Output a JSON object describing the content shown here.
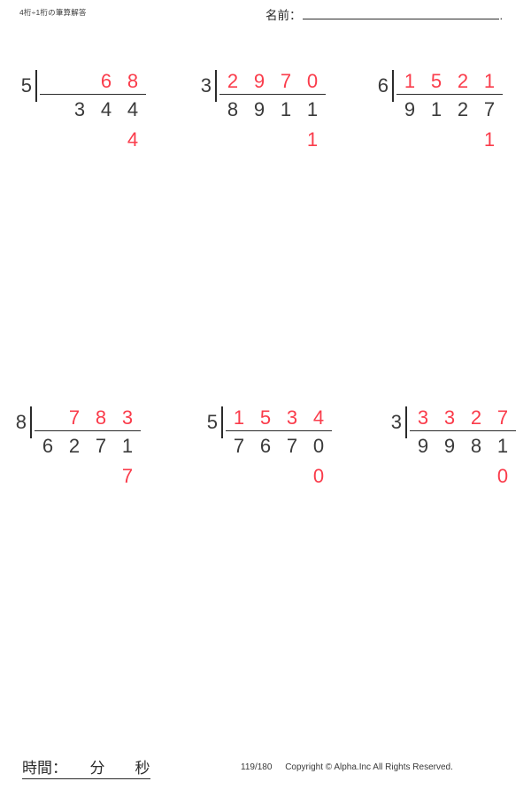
{
  "header": {
    "title": "4桁÷1桁の筆算解答",
    "name_label": "名前：",
    "name_value": "",
    "name_period": "."
  },
  "problems": [
    {
      "id": "problem-1",
      "divisor": "5",
      "dividend": [
        "",
        "3",
        "4",
        "4"
      ],
      "quotient": [
        "",
        "",
        "6",
        "8"
      ],
      "remainder": [
        "",
        "",
        "",
        "4"
      ],
      "dividend_value": "344",
      "quotient_value": "68",
      "remainder_value": "4"
    },
    {
      "id": "problem-2",
      "divisor": "3",
      "dividend": [
        "8",
        "9",
        "1",
        "1"
      ],
      "quotient": [
        "2",
        "9",
        "7",
        "0"
      ],
      "remainder": [
        "",
        "",
        "",
        "1"
      ],
      "dividend_value": "8911",
      "quotient_value": "2970",
      "remainder_value": "1"
    },
    {
      "id": "problem-3",
      "divisor": "6",
      "dividend": [
        "9",
        "1",
        "2",
        "7"
      ],
      "quotient": [
        "1",
        "5",
        "2",
        "1"
      ],
      "remainder": [
        "",
        "",
        "",
        "1"
      ],
      "dividend_value": "9127",
      "quotient_value": "1521",
      "remainder_value": "1"
    },
    {
      "id": "problem-4",
      "divisor": "8",
      "dividend": [
        "6",
        "2",
        "7",
        "1"
      ],
      "quotient": [
        "",
        "7",
        "8",
        "3"
      ],
      "remainder": [
        "",
        "",
        "",
        "7"
      ],
      "dividend_value": "6271",
      "quotient_value": "783",
      "remainder_value": "7"
    },
    {
      "id": "problem-5",
      "divisor": "5",
      "dividend": [
        "7",
        "6",
        "7",
        "0"
      ],
      "quotient": [
        "1",
        "5",
        "3",
        "4"
      ],
      "remainder": [
        "",
        "",
        "",
        "0"
      ],
      "dividend_value": "7670",
      "quotient_value": "1534",
      "remainder_value": "0"
    },
    {
      "id": "problem-6",
      "divisor": "3",
      "dividend": [
        "9",
        "9",
        "8",
        "1"
      ],
      "quotient": [
        "3",
        "3",
        "2",
        "7"
      ],
      "remainder": [
        "",
        "",
        "",
        "0"
      ],
      "dividend_value": "9981",
      "quotient_value": "3327",
      "remainder_value": "0"
    }
  ],
  "footer": {
    "time_label": "時間：　　分　　秒",
    "page_number": "119/180",
    "copyright": "Copyright © Alpha.Inc All Rights Reserved."
  },
  "colors": {
    "answer_red": "#fa3c4b",
    "text_dark": "#3a3a3a",
    "rule_dark": "#2b2b2b"
  }
}
